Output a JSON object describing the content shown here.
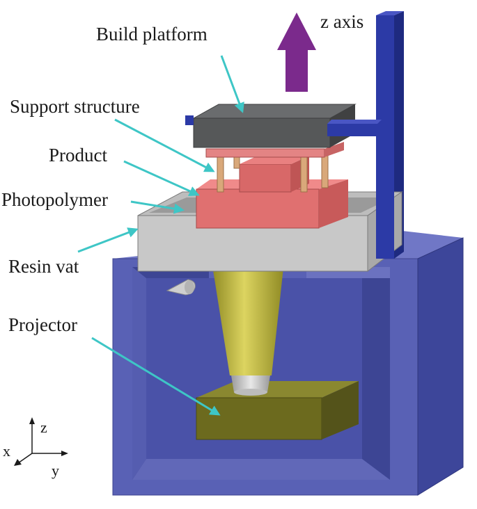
{
  "labels": {
    "z_axis": "z axis",
    "build_platform": "Build platform",
    "support_structure": "Support structure",
    "product": "Product",
    "photopolymer": "Photopolymer",
    "resin_vat": "Resin vat",
    "projector": "Projector"
  },
  "axes": {
    "z": "z",
    "x": "x",
    "y": "y"
  },
  "colors": {
    "frame_blue": "#5961b5",
    "pillar_blue": "#2c3aa6",
    "platform_gray": "#5a5c5e",
    "vat_gray": "#c8c8c8",
    "product_red": "#e07070",
    "support_tan": "#d9a87a",
    "beam_yellow": "#c9c24a",
    "projector_olive": "#6c6a1e",
    "arrow_purple": "#7b2a8c",
    "pointer_teal": "#3ec6c6"
  }
}
